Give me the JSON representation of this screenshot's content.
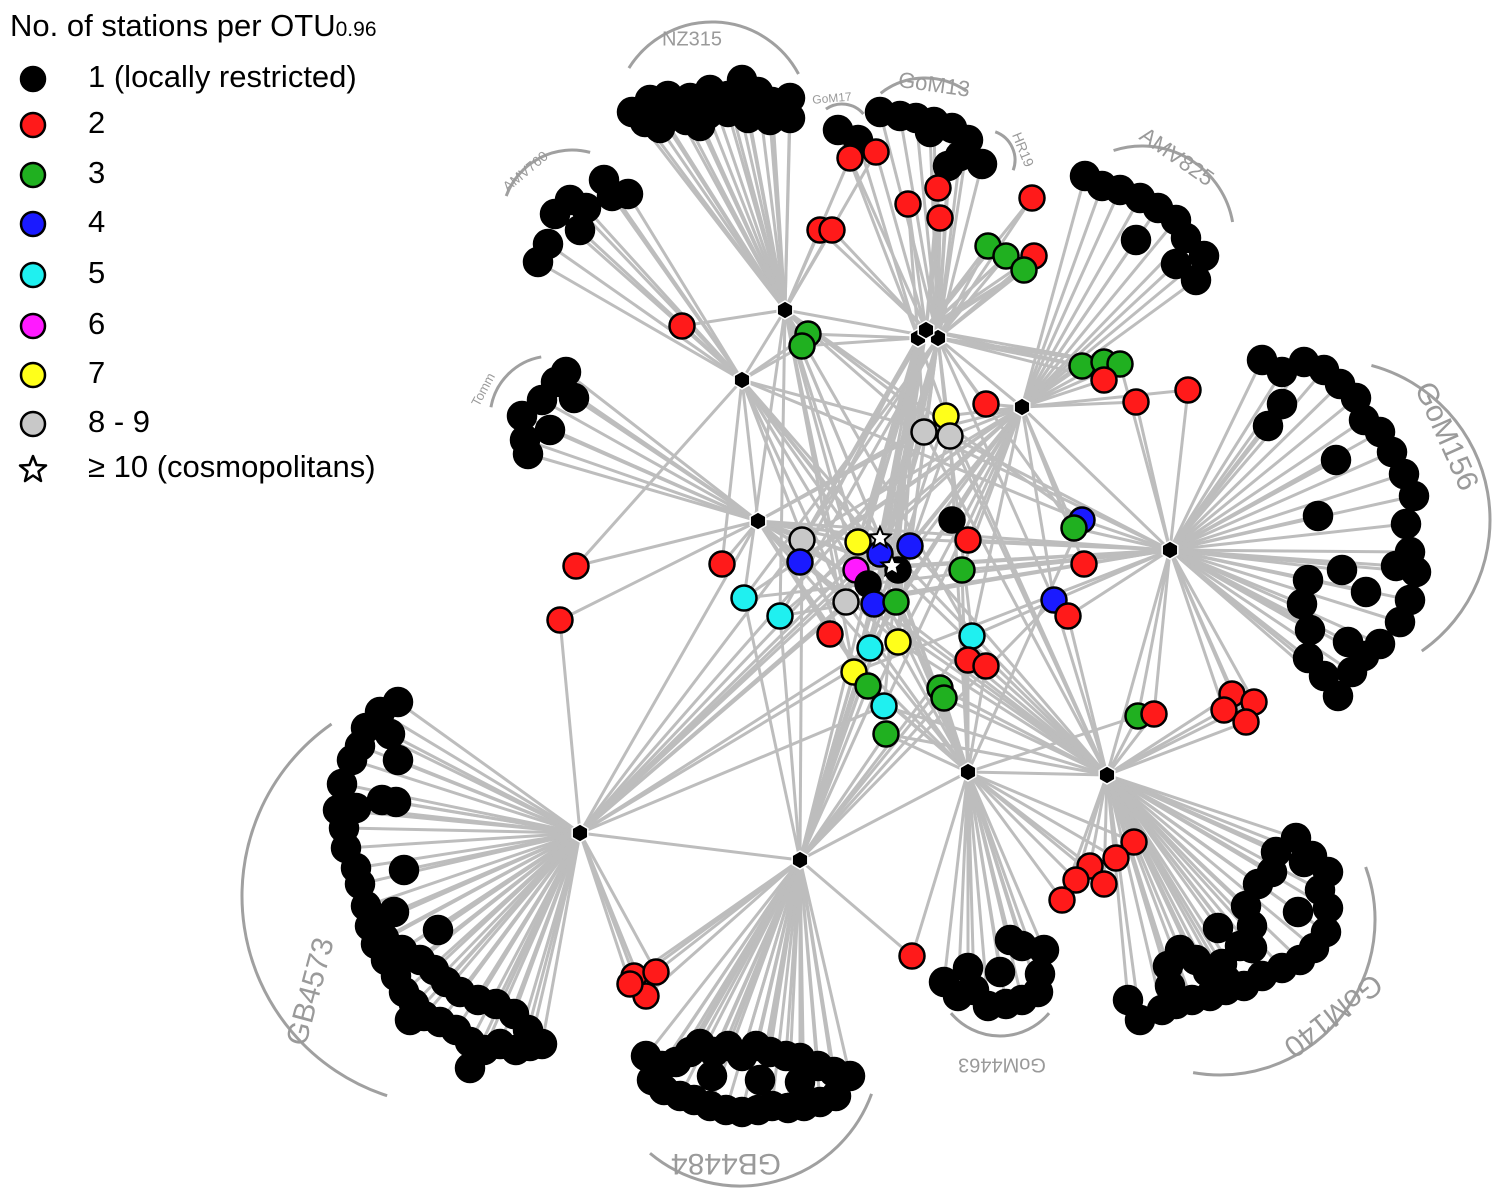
{
  "legend": {
    "title": "No. of stations per OTU",
    "title_subscript": "0.96",
    "items": [
      {
        "label": "1 (locally restricted)",
        "color": "#000000",
        "shape": "circle"
      },
      {
        "label": "2",
        "color": "#ff1a1a",
        "shape": "circle"
      },
      {
        "label": "3",
        "color": "#20b020",
        "shape": "circle"
      },
      {
        "label": "4",
        "color": "#1a1aff",
        "shape": "circle"
      },
      {
        "label": "5",
        "color": "#1ff0f0",
        "shape": "circle"
      },
      {
        "label": "6",
        "color": "#ff1aff",
        "shape": "circle"
      },
      {
        "label": "7",
        "color": "#ffff1a",
        "shape": "circle"
      },
      {
        "label": "8 - 9",
        "color": "#c8c8c8",
        "shape": "circle"
      },
      {
        "label": "≥ 10 (cosmopolitans)",
        "color": "#ffffff",
        "shape": "star"
      }
    ]
  },
  "stations": [
    {
      "name": "NZ315"
    },
    {
      "name": "GoM17"
    },
    {
      "name": "GoM13"
    },
    {
      "name": "HR19"
    },
    {
      "name": "AMV825"
    },
    {
      "name": "AMV760"
    },
    {
      "name": "Tomm"
    },
    {
      "name": "GoM156"
    },
    {
      "name": "GB4573"
    },
    {
      "name": "GB4484"
    },
    {
      "name": "GoM4463"
    },
    {
      "name": "GoM140"
    }
  ],
  "colors": {
    "edge": "#bdbdbd",
    "arc": "#a0a0a0",
    "node_stroke": "#000000",
    "hub": "#000000"
  }
}
